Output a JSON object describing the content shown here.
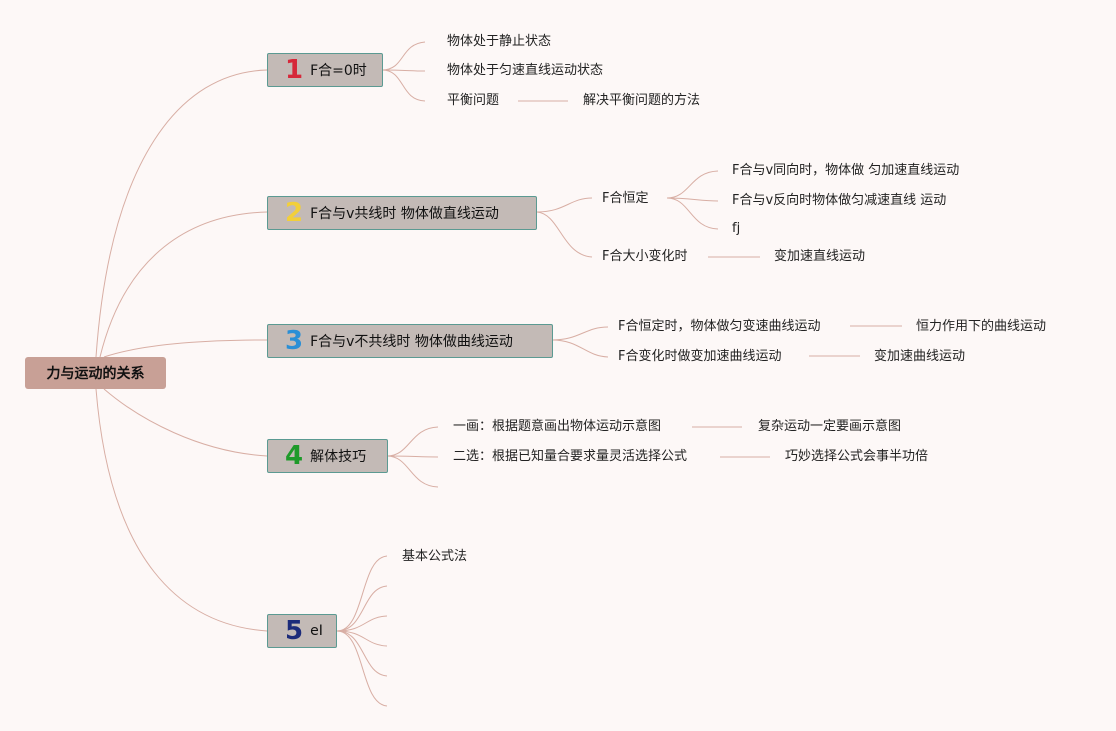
{
  "root": {
    "label": "力与运动的关系"
  },
  "branches": [
    {
      "number": "1",
      "number_color": "#d6283a",
      "label": "F合=0时",
      "children": [
        {
          "label": "物体处于静止状态"
        },
        {
          "label": "物体处于匀速直线运动状态"
        },
        {
          "label": "平衡问题",
          "next": "解决平衡问题的方法"
        }
      ]
    },
    {
      "number": "2",
      "number_color": "#f2cf3a",
      "label": "F合与v共线时 物体做直线运动",
      "children": [
        {
          "label": "F合恒定",
          "children": [
            {
              "label": "F合与v同向时，物体做 匀加速直线运动"
            },
            {
              "label": "F合与v反向时物体做匀减速直线 运动"
            },
            {
              "label": "fj"
            }
          ]
        },
        {
          "label": "F合大小变化时",
          "next": "变加速直线运动"
        }
      ]
    },
    {
      "number": "3",
      "number_color": "#2a8fd6",
      "label": "F合与v不共线时 物体做曲线运动",
      "children": [
        {
          "label": "F合恒定时，物体做匀变速曲线运动",
          "next": "恒力作用下的曲线运动"
        },
        {
          "label": "F合变化时做变加速曲线运动",
          "next": "变加速曲线运动"
        }
      ]
    },
    {
      "number": "4",
      "number_color": "#1e9a2a",
      "label": "解体技巧",
      "children": [
        {
          "label": "一画：根据题意画出物体运动示意图",
          "next": "复杂运动一定要画示意图"
        },
        {
          "label": "二选：根据已知量合要求量灵活选择公式",
          "next": "巧妙选择公式会事半功倍"
        },
        {
          "label": ""
        }
      ]
    },
    {
      "number": "5",
      "number_color": "#1c2b7a",
      "label": "eI",
      "children": [
        {
          "label": "基本公式法"
        },
        {
          "label": ""
        },
        {
          "label": ""
        },
        {
          "label": ""
        },
        {
          "label": ""
        },
        {
          "label": ""
        }
      ]
    }
  ],
  "colors": {
    "line": "#d8aea4",
    "root_fill": "#c8a096",
    "branch_fill": "#c3bab6",
    "branch_border": "#5b9a92"
  }
}
